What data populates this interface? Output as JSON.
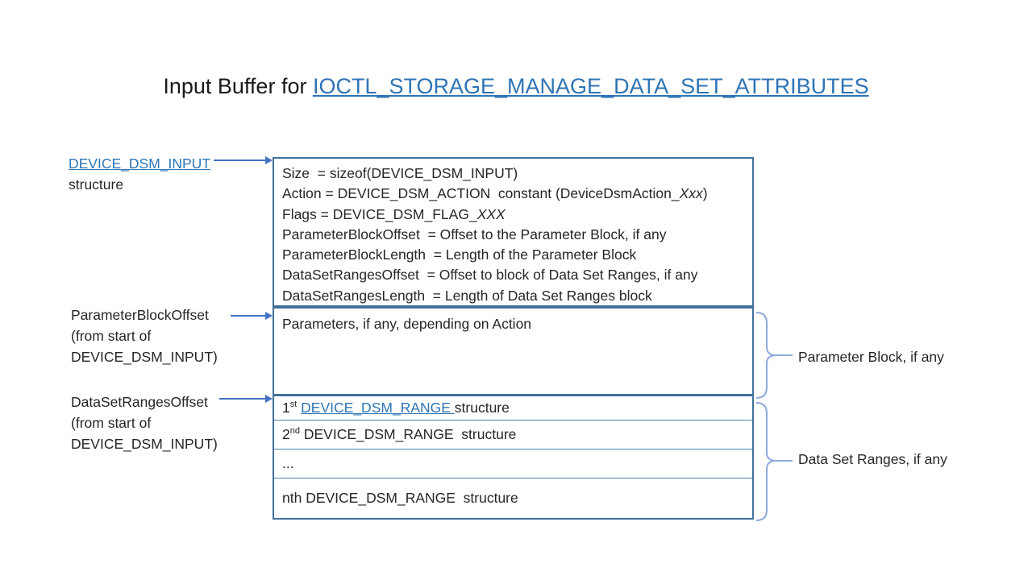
{
  "colors": {
    "link_blue": "#2E74B5",
    "border_blue": "#41719C",
    "divider_blue": "#4E7FAE",
    "brace_blue": "#8FAADC",
    "arrow_blue": "#4472C4"
  },
  "title": {
    "prefix": "Input Buffer for ",
    "link": "IOCTL_STORAGE_MANAGE_DATA_SET_ATTRIBUTES"
  },
  "left_labels": {
    "input_struct": {
      "link": "DEVICE_DSM_INPUT",
      "rest": "structure"
    },
    "param_offset": {
      "line1": "ParameterBlockOffset",
      "line2": "(from start of",
      "line3": "DEVICE_DSM_INPUT)"
    },
    "dsr_offset": {
      "line1": "DataSetRangesOffset",
      "line2": "(from start of",
      "line3": "DEVICE_DSM_INPUT)"
    }
  },
  "box": {
    "header_lines": [
      {
        "pre": "Size  = sizeof(DEVICE_DSM_INPUT)",
        "italic": "",
        "post": ""
      },
      {
        "pre": "Action = DEVICE_DSM_ACTION  constant (DeviceDsmAction_",
        "italic": "Xxx",
        "post": ")"
      },
      {
        "pre": "Flags = DEVICE_DSM_FLAG_",
        "italic": "XXX",
        "post": ""
      },
      {
        "pre": "ParameterBlockOffset  = Offset to the Parameter Block, if any",
        "italic": "",
        "post": ""
      },
      {
        "pre": "ParameterBlockLength  = Length of the Parameter Block",
        "italic": "",
        "post": ""
      },
      {
        "pre": "DataSetRangesOffset  = Offset to block of Data Set Ranges, if any",
        "italic": "",
        "post": ""
      },
      {
        "pre": "DataSetRangesLength  = Length of Data Set Ranges block",
        "italic": "",
        "post": ""
      }
    ],
    "params_row": "Parameters, if any, depending on Action",
    "range_rows": [
      {
        "pre": "1",
        "sup": "st",
        "mid": " ",
        "link": "DEVICE_DSM_RANGE ",
        "post": "structure"
      },
      {
        "pre": "2",
        "sup": "nd",
        "mid": "",
        "link": "",
        "post": " DEVICE_DSM_RANGE  structure"
      },
      {
        "pre": "...",
        "sup": "",
        "mid": "",
        "link": "",
        "post": ""
      },
      {
        "pre": "nth DEVICE_DSM_RANGE  structure",
        "sup": "",
        "mid": "",
        "link": "",
        "post": ""
      }
    ]
  },
  "right_labels": {
    "parameter_block": "Parameter Block, if any",
    "data_set_ranges": "Data Set Ranges, if any"
  }
}
